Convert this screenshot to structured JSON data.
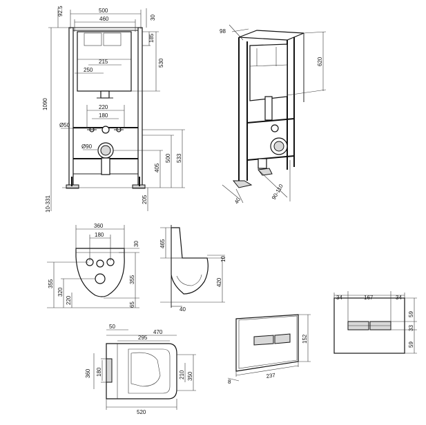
{
  "frame_front": {
    "w500": "500",
    "w460": "460",
    "d92": "92.5",
    "d30": "30",
    "h185": "185",
    "w215": "215",
    "w250": "250",
    "h530": "530",
    "h1090": "1090",
    "w220": "220",
    "w180": "180",
    "d50": "Ø50",
    "d90": "Ø90",
    "h405": "405",
    "h500": "500",
    "h533": "533",
    "h205": "205",
    "range": "10-331"
  },
  "frame_side": {
    "d98": "98",
    "h620": "620",
    "d40": "40",
    "range": "90-110"
  },
  "bowl_front": {
    "w360": "360",
    "w180": "180",
    "d30": "30",
    "h355l": "355",
    "h320": "320",
    "h220": "220",
    "h355r": "355",
    "d65": "65"
  },
  "bowl_side": {
    "h465": "465",
    "d10": "10",
    "h420": "420",
    "d40": "40"
  },
  "bowl_top": {
    "w50": "50",
    "w470": "470",
    "w295": "295",
    "h360": "360",
    "h180": "180",
    "h210": "210",
    "h350": "350",
    "w520": "520"
  },
  "plate_persp": {
    "h152": "152",
    "w237": "237",
    "d8": "8"
  },
  "plate_front": {
    "d34l": "34",
    "w167": "167",
    "d34r": "34",
    "d59t": "59",
    "d33": "33",
    "d59b": "59"
  }
}
